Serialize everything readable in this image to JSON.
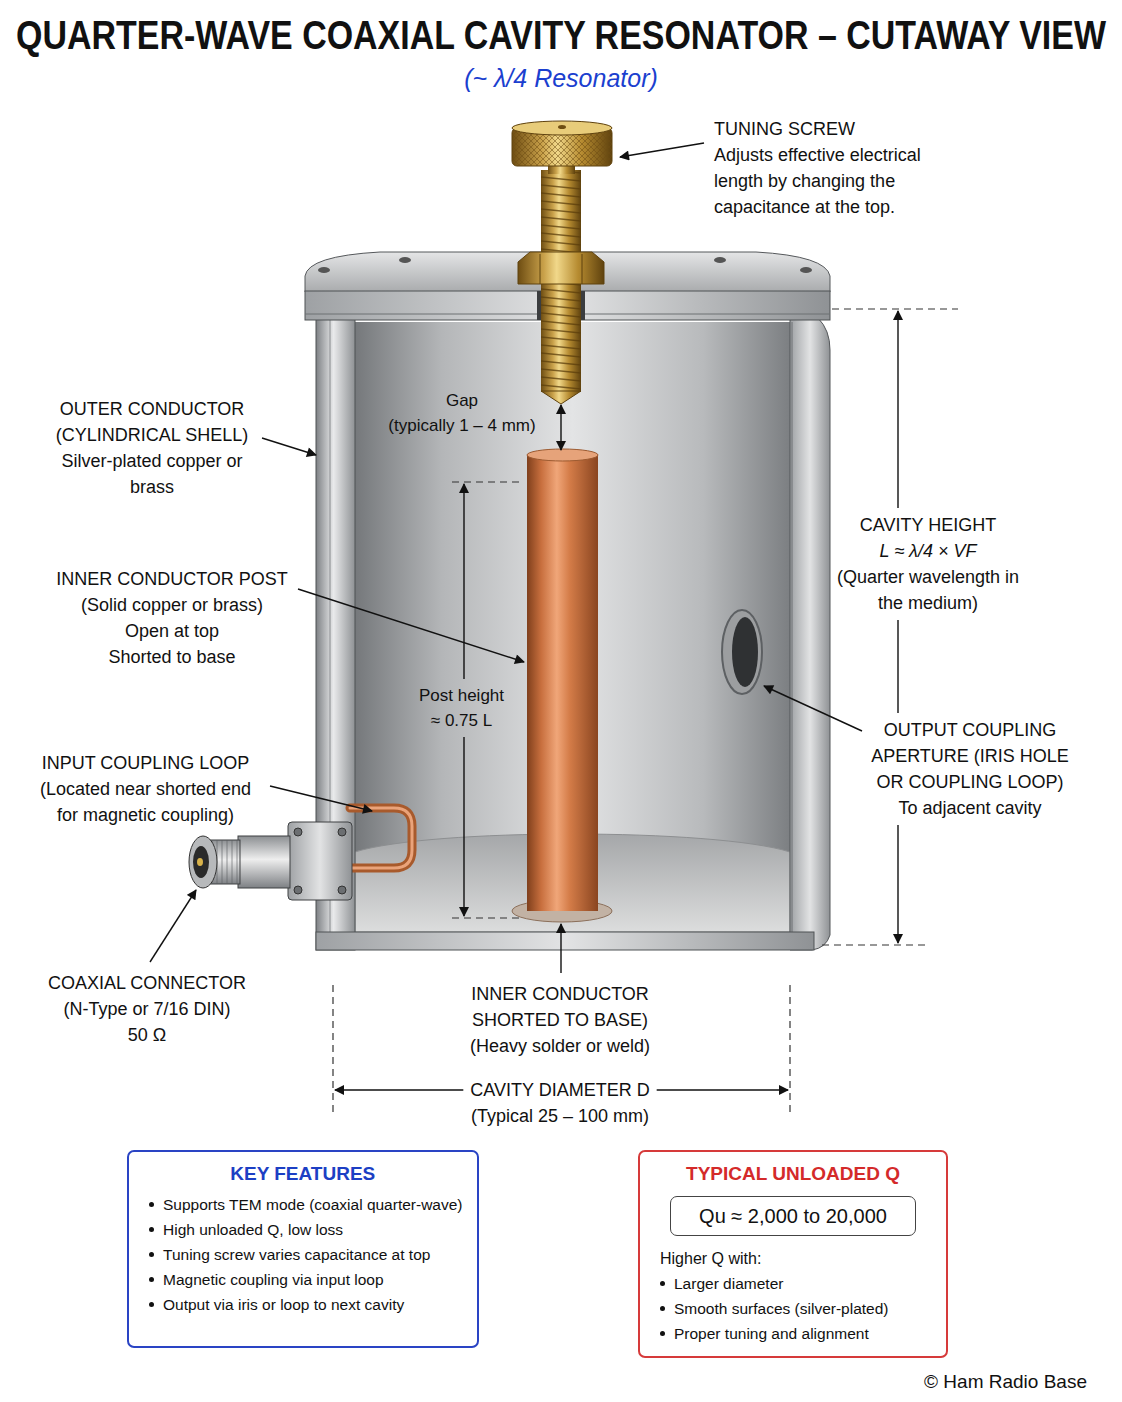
{
  "diagram": {
    "title": "QUARTER-WAVE COAXIAL CAVITY RESONATOR – CUTAWAY VIEW",
    "nodes": [
      {
        "text": [
          "KEY FEATURES",
          "Supports TEM mode (coaxial quarter-wave)",
          "High unloaded Q, low loss",
          "Tuning screw varies capacitance at top",
          "Magnetic coupling via input loop",
          "Output via iris or loop to next cavity"
        ]
      },
      {
        "text": [
          "TYPICAL UNLOADED Q",
          "Higher Q with:",
          "Larger diameter",
          "Smooth surfaces (silver-plated)",
          "Proper tuning and alignment"
        ]
      },
      {
        "text": [
          "Qu ≈ 2,000 to 20,000"
        ],
        "in": 1
      }
    ],
    "labels": [
      "(~ λ/4 Resonator)",
      "TUNING SCREW",
      "Adjusts effective electrical length by changing the capacitance at the top.",
      "Gap",
      "(typically 1 – 4 mm)",
      "OUTER CONDUCTOR (CYLINDRICAL SHELL)",
      "Silver-plated copper or brass",
      "INNER CONDUCTOR POST",
      "(Solid copper or brass)",
      "Open at top",
      "Shorted to base",
      "Post height ≈ 0.75 L",
      "CAVITY HEIGHT",
      "L ≈ λ/4 × VF",
      "(Quarter wavelength in the medium)",
      "OUTPUT COUPLING APERTURE (IRIS HOLE OR COUPLING LOOP)",
      "To adjacent cavity",
      "INPUT COUPLING LOOP",
      "(Located near shorted end for magnetic coupling)",
      "COAXIAL CONNECTOR",
      "(N-Type or 7/16 DIN)",
      "50 Ω",
      "INNER CONDUCTOR SHORTED TO BASE)",
      "(Heavy solder or weld)",
      "CAVITY DIAMETER D",
      "(Typical 25 – 100 mm)",
      "© Ham Radio Base"
    ]
  }
}
